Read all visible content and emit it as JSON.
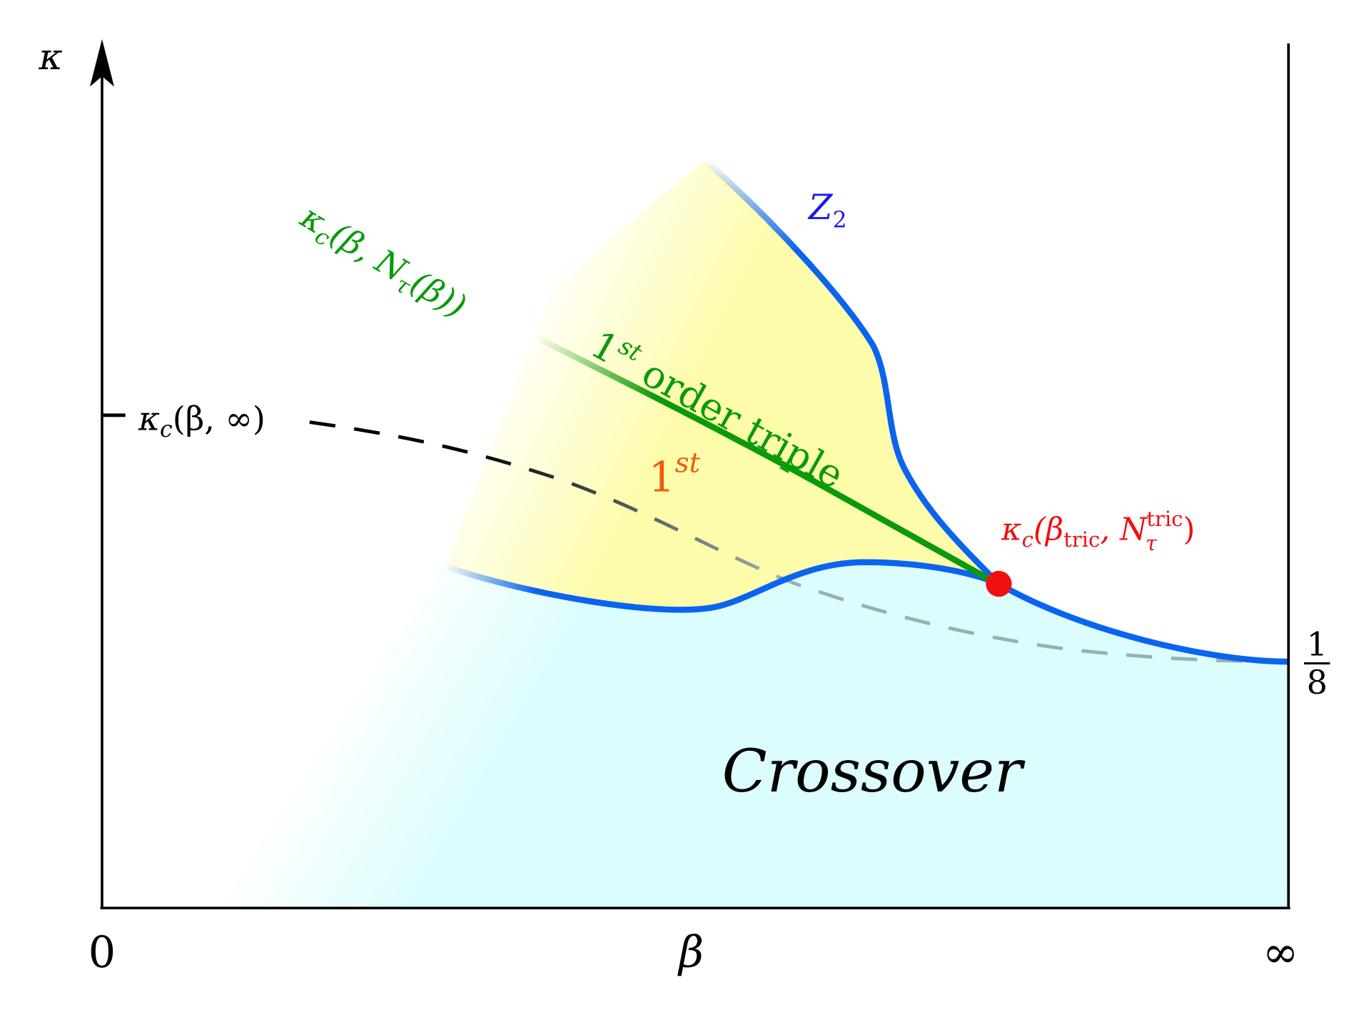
{
  "axes": {
    "y_label": "κ",
    "x_label": "β",
    "x_min_label": "0",
    "x_max_label": "∞",
    "right_tick_numerator": "1",
    "right_tick_denominator": "8"
  },
  "labels": {
    "kappa_inf": {
      "main": "κ",
      "sub": "c",
      "args": "(β, ∞)"
    },
    "kappa_ntau": {
      "main": "κ",
      "sub": "c",
      "args1": "(β, N",
      "sub2": "τ",
      "args2": "(β))"
    },
    "z2": {
      "main": "Z",
      "sub": "2"
    },
    "first_order_triple": {
      "num": "1",
      "sup": "st",
      "text": " order triple"
    },
    "first_region": {
      "num": "1",
      "sup": "st"
    },
    "tricritical": {
      "main": "κ",
      "sub": "c",
      "args1": "(β",
      "sub2": "tric",
      "args2": ", N",
      "sub3": "τ",
      "sup3": "tric",
      "args3": ")"
    },
    "crossover": "Crossover"
  },
  "colors": {
    "z2_line": "#0a64f0",
    "first_order_line": "#0a9a0a",
    "first_order_region": "#fdfcaa",
    "crossover_region": "#dcfdfd",
    "tricritical_point": "#f01010",
    "first_label": "#f05a10",
    "z2_label": "#1a1ae6"
  }
}
